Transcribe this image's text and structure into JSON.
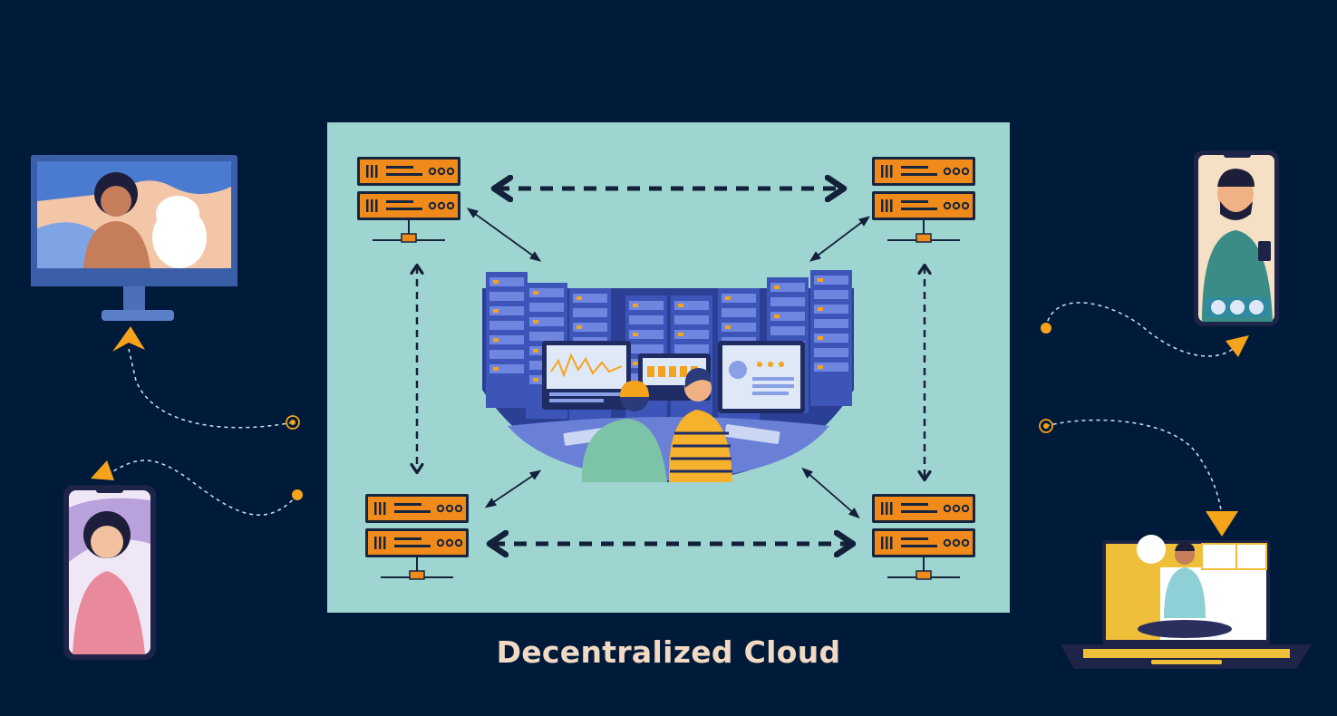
{
  "diagram": {
    "title": "Decentralized Cloud",
    "colors": {
      "background": "#001a3a",
      "panel": "#9fd5d1",
      "server": "#f08a1a",
      "server_dark": "#17263f",
      "arrow": "#13203a",
      "accent": "#f6a31c",
      "path": "#c9d6e6"
    },
    "nodes": [
      {
        "id": "server-top-left",
        "icon": "server-rack-icon"
      },
      {
        "id": "server-top-right",
        "icon": "server-rack-icon"
      },
      {
        "id": "server-bottom-left",
        "icon": "server-rack-icon"
      },
      {
        "id": "server-bottom-right",
        "icon": "server-rack-icon"
      },
      {
        "id": "data-center",
        "icon": "data-center-operators-illustration"
      }
    ],
    "devices": [
      {
        "id": "desktop-monitor",
        "icon": "desktop-video-call-icon"
      },
      {
        "id": "phone-left",
        "icon": "phone-video-call-icon"
      },
      {
        "id": "phone-right",
        "icon": "phone-video-call-icon"
      },
      {
        "id": "laptop",
        "icon": "laptop-yoga-stream-icon"
      }
    ]
  }
}
